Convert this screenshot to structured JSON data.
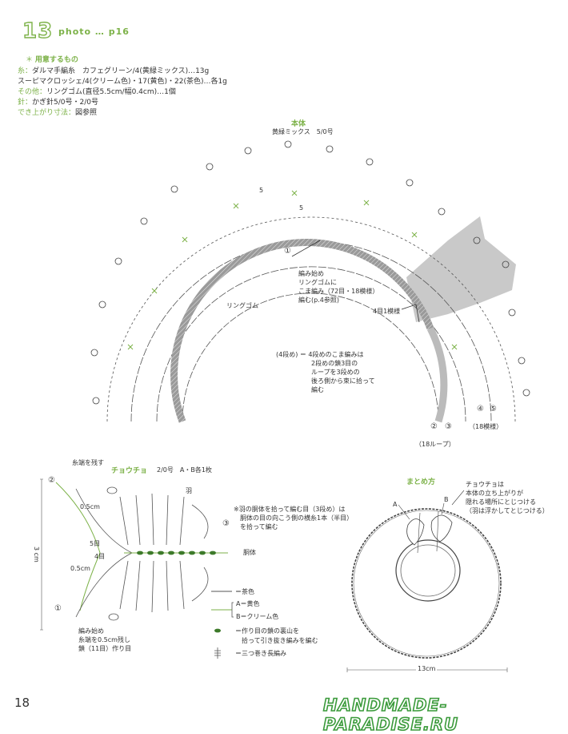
{
  "header": {
    "number": "13",
    "photo_ref": "photo … p16"
  },
  "materials": {
    "title": "用意するもの",
    "lines": [
      {
        "label": "糸：",
        "text": "ダルマ手編糸　カフェグリーン/4(黄緑ミックス)…13g"
      },
      {
        "label": "",
        "text": "スーピマクロッシェ/4(クリーム色)・17(黄色)・22(茶色)…各1g"
      },
      {
        "label": "その他：",
        "text": "リングゴム(直径5.5cm/幅0.4cm)…1個"
      },
      {
        "label": "針：",
        "text": "かぎ針5/0号・2/0号"
      },
      {
        "label": "でき上がり寸法：",
        "text": "図参照"
      }
    ]
  },
  "body_diagram": {
    "title": "本体",
    "subtitle": "黄緑ミックス　5/0号",
    "label_5a": "5",
    "label_5b": "5",
    "label_1": "①",
    "start_note": [
      "編み始め",
      "リングゴムに",
      "こま編み（72目・18模様）",
      "編む(p.4参照)"
    ],
    "ring_label": "リングゴム",
    "repeat_label": "4目1模様",
    "note_4": [
      "(4段め) ＝ 4段めのこま編みは",
      "2段めの鎖3目の",
      "ループを3段めの",
      "後ろ側から束に拾って",
      "編む"
    ],
    "row_labels": [
      "②",
      "③",
      "④",
      "⑤"
    ],
    "loops_label": "（18ループ）",
    "pattern_label": "（18模様）"
  },
  "butterfly": {
    "tail_label": "糸端を残す",
    "title": "チョウチョ",
    "subtitle": "2/0号　A・B各1枚",
    "wing_label": "羽",
    "body_label": "胴体",
    "note": [
      "※羽の胴体を拾って編む目（3段め）は",
      "胴体の目の向こう側の横糸1本（半目）",
      "を拾って編む"
    ],
    "dim_05_top": "0.5cm",
    "dim_05_bottom": "0.5cm",
    "dim_3cm": "3 cm",
    "row_5": "5目",
    "row_4": "4目",
    "circle_1": "①",
    "circle_2": "②",
    "circle_3": "③",
    "start_note": [
      "編み始め",
      "糸端を0.5cm残し",
      "鎖（11目）作り目"
    ]
  },
  "legend": [
    {
      "symbol": "line-brown",
      "text": "＝茶色"
    },
    {
      "symbol": "line-a",
      "text": "A＝黄色"
    },
    {
      "symbol": "line-b",
      "text": "B＝クリーム色"
    },
    {
      "symbol": "dot-green",
      "text": "＝作り目の鎖の裏山を"
    },
    {
      "symbol": "",
      "text": "拾って引き抜き編みを編む"
    },
    {
      "symbol": "triple",
      "text": "＝三つ巻き長編み"
    }
  ],
  "assembly": {
    "title": "まとめ方",
    "note": [
      "チョウチョは",
      "本体の立ち上がりが",
      "隠れる場所にとじつける",
      "（羽は浮かしてとじつける）"
    ],
    "label_a": "A",
    "label_b": "B",
    "width": "13cm"
  },
  "footer": {
    "page": "18",
    "site": "HANDMADE-PARADISE.RU"
  },
  "colors": {
    "accent": "#7db249",
    "ink": "#333333",
    "ring": "#7a7a7a",
    "logo": "#3a9a3a"
  }
}
